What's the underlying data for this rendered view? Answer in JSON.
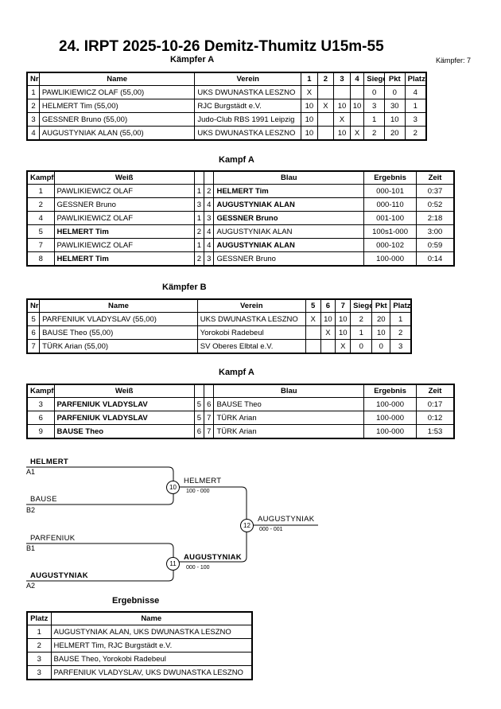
{
  "title": "24. IRPT  2025-10-26  Demitz-Thumitz   U15m-55",
  "pool_a_heading": "Kämpfer A",
  "fighters_count": "Kämpfer: 7",
  "fighter_headers_a": [
    "Nr",
    "Name",
    "Verein",
    "1",
    "2",
    "3",
    "4",
    "Siege",
    "Pkt",
    "Platz"
  ],
  "fighters_a": [
    {
      "nr": "1",
      "name": "PAWLIKIEWICZ  OLAF  (55,00)",
      "club": "UKS DWUNASTKA LESZNO",
      "s1": "X",
      "s2": "",
      "s3": "",
      "s4": "",
      "wins": "0",
      "pts": "0",
      "place": "4"
    },
    {
      "nr": "2",
      "name": "HELMERT Tim  (55,00)",
      "club": "RJC Burgstädt e.V.",
      "s1": "10",
      "s2": "X",
      "s3": "10",
      "s4": "10",
      "wins": "3",
      "pts": "30",
      "place": "1"
    },
    {
      "nr": "3",
      "name": "GESSNER Bruno  (55,00)",
      "club": "Judo-Club RBS 1991 Leipzig",
      "s1": "10",
      "s2": "",
      "s3": "X",
      "s4": "",
      "wins": "1",
      "pts": "10",
      "place": "3"
    },
    {
      "nr": "4",
      "name": "AUGUSTYNIAK ALAN  (55,00)",
      "club": "UKS DWUNASTKA LESZNO",
      "s1": "10",
      "s2": "",
      "s3": "10",
      "s4": "X",
      "wins": "2",
      "pts": "20",
      "place": "2"
    }
  ],
  "bout_a_heading": "Kampf A",
  "bout_headers": [
    "Kampf",
    "Weiß",
    "",
    "",
    "Blau",
    "Ergebnis",
    "Zeit"
  ],
  "bouts_a": [
    {
      "no": "1",
      "white": "PAWLIKIEWICZ  OLAF",
      "wb": false,
      "wn": "1",
      "bn": "2",
      "blue": "HELMERT Tim",
      "bb": true,
      "result": "000-101",
      "time": "0:37"
    },
    {
      "no": "2",
      "white": "GESSNER Bruno",
      "wb": false,
      "wn": "3",
      "bn": "4",
      "blue": "AUGUSTYNIAK ALAN",
      "bb": true,
      "result": "000-110",
      "time": "0:52"
    },
    {
      "no": "4",
      "white": "PAWLIKIEWICZ  OLAF",
      "wb": false,
      "wn": "1",
      "bn": "3",
      "blue": "GESSNER Bruno",
      "bb": true,
      "result": "001-100",
      "time": "2:18"
    },
    {
      "no": "5",
      "white": "HELMERT Tim",
      "wb": true,
      "wn": "2",
      "bn": "4",
      "blue": "AUGUSTYNIAK ALAN",
      "bb": false,
      "result": "100s1-000",
      "time": "3:00"
    },
    {
      "no": "7",
      "white": "PAWLIKIEWICZ  OLAF",
      "wb": false,
      "wn": "1",
      "bn": "4",
      "blue": "AUGUSTYNIAK ALAN",
      "bb": true,
      "result": "000-102",
      "time": "0:59"
    },
    {
      "no": "8",
      "white": "HELMERT Tim",
      "wb": true,
      "wn": "2",
      "bn": "3",
      "blue": "GESSNER Bruno",
      "bb": false,
      "result": "100-000",
      "time": "0:14"
    }
  ],
  "pool_b_heading": "Kämpfer B",
  "fighter_headers_b": [
    "Nr",
    "Name",
    "Verein",
    "5",
    "6",
    "7",
    "Siege",
    "Pkt",
    "Platz"
  ],
  "fighters_b": [
    {
      "nr": "5",
      "name": "PARFENIUK VLADYSLAV  (55,00)",
      "club": "UKS DWUNASTKA LESZNO",
      "s1": "X",
      "s2": "10",
      "s3": "10",
      "wins": "2",
      "pts": "20",
      "place": "1"
    },
    {
      "nr": "6",
      "name": "BAUSE Theo  (55,00)",
      "club": "Yorokobi Radebeul",
      "s1": "",
      "s2": "X",
      "s3": "10",
      "wins": "1",
      "pts": "10",
      "place": "2"
    },
    {
      "nr": "7",
      "name": "TÜRK Arian  (55,00)",
      "club": "SV Oberes Elbtal e.V.",
      "s1": "",
      "s2": "",
      "s3": "X",
      "wins": "0",
      "pts": "0",
      "place": "3"
    }
  ],
  "bout_b_heading": "Kampf A",
  "bouts_b": [
    {
      "no": "3",
      "white": "PARFENIUK VLADYSLAV",
      "wb": true,
      "wn": "5",
      "bn": "6",
      "blue": "BAUSE Theo",
      "bb": false,
      "result": "100-000",
      "time": "0:17"
    },
    {
      "no": "6",
      "white": "PARFENIUK VLADYSLAV",
      "wb": true,
      "wn": "5",
      "bn": "7",
      "blue": "TÜRK Arian",
      "bb": false,
      "result": "100-000",
      "time": "0:12"
    },
    {
      "no": "9",
      "white": "BAUSE Theo",
      "wb": true,
      "wn": "6",
      "bn": "7",
      "blue": "TÜRK Arian",
      "bb": false,
      "result": "100-000",
      "time": "1:53"
    }
  ],
  "bracket": {
    "e1_name": "HELMERT",
    "e1_pos": "A1",
    "e2_name": "BAUSE",
    "e2_pos": "B2",
    "e3_name": "PARFENIUK",
    "e3_pos": "B1",
    "e4_name": "AUGUSTYNIAK",
    "e4_pos": "A2",
    "m10": "10",
    "m10_winner": "HELMERT",
    "m10_score": "100 - 000",
    "m11": "11",
    "m11_winner": "AUGUSTYNIAK",
    "m11_score": "000 - 100",
    "m12": "12",
    "m12_winner": "AUGUSTYNIAK",
    "m12_score": "000 - 001"
  },
  "results_heading": "Ergebnisse",
  "results_headers": [
    "Platz",
    "Name"
  ],
  "results": [
    {
      "place": "1",
      "name": "AUGUSTYNIAK ALAN, UKS DWUNASTKA LESZNO"
    },
    {
      "place": "2",
      "name": "HELMERT Tim, RJC Burgstädt e.V."
    },
    {
      "place": "3",
      "name": "BAUSE Theo, Yorokobi Radebeul"
    },
    {
      "place": "3",
      "name": "PARFENIUK VLADYSLAV, UKS DWUNASTKA LESZNO"
    }
  ]
}
